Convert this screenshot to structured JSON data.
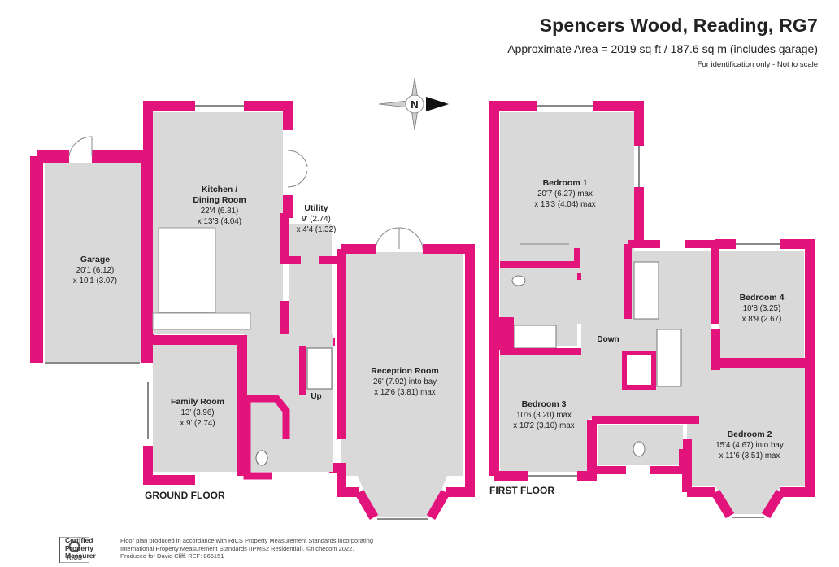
{
  "header": {
    "title": "Spencers Wood, Reading, RG7",
    "area": "Approximate Area = 2019 sq ft / 187.6 sq m (includes garage)",
    "note": "For identification only - Not to scale"
  },
  "colors": {
    "wall": "#e2137b",
    "floor": "#d9d9d9",
    "line": "#888888"
  },
  "compass": {
    "letter": "N"
  },
  "ground_floor": {
    "label": "GROUND FLOOR",
    "up_label": "Up",
    "rooms": {
      "garage": {
        "name": "Garage",
        "dim1": "20'1 (6.12)",
        "dim2": "x 10'1 (3.07)"
      },
      "kitchen": {
        "name1": "Kitchen /",
        "name2": "Dining Room",
        "dim1": "22'4 (6.81)",
        "dim2": "x 13'3 (4.04)"
      },
      "utility": {
        "name": "Utility",
        "dim1": "9' (2.74)",
        "dim2": "x 4'4 (1.32)"
      },
      "reception": {
        "name": "Reception Room",
        "dim1": "26' (7.92) into bay",
        "dim2": "x 12'6 (3.81) max"
      },
      "family": {
        "name": "Family Room",
        "dim1": "13' (3.96)",
        "dim2": "x 9' (2.74)"
      }
    }
  },
  "first_floor": {
    "label": "FIRST FLOOR",
    "down_label": "Down",
    "rooms": {
      "bedroom1": {
        "name": "Bedroom 1",
        "dim1": "20'7 (6.27) max",
        "dim2": "x 13'3 (4.04) max"
      },
      "bedroom4": {
        "name": "Bedroom 4",
        "dim1": "10'8 (3.25)",
        "dim2": "x 8'9 (2.67)"
      },
      "bedroom3": {
        "name": "Bedroom 3",
        "dim1": "10'6 (3.20) max",
        "dim2": "x 10'2 (3.10) max"
      },
      "bedroom2": {
        "name": "Bedroom 2",
        "dim1": "15'4 (4.67) into bay",
        "dim2": "x 11'6 (3.51) max"
      }
    }
  },
  "footer": {
    "badge1": "Certified",
    "badge2": "Property",
    "badge3": "Measurer",
    "rics": "RICS",
    "line1": "Floor plan produced in accordance with RICS Property Measurement Standards incorporating",
    "line2": "International Property Measurement Standards (IPMS2 Residential).  ©nichecom 2022.",
    "line3": "Produced for David Cliff.   REF: 866151"
  }
}
